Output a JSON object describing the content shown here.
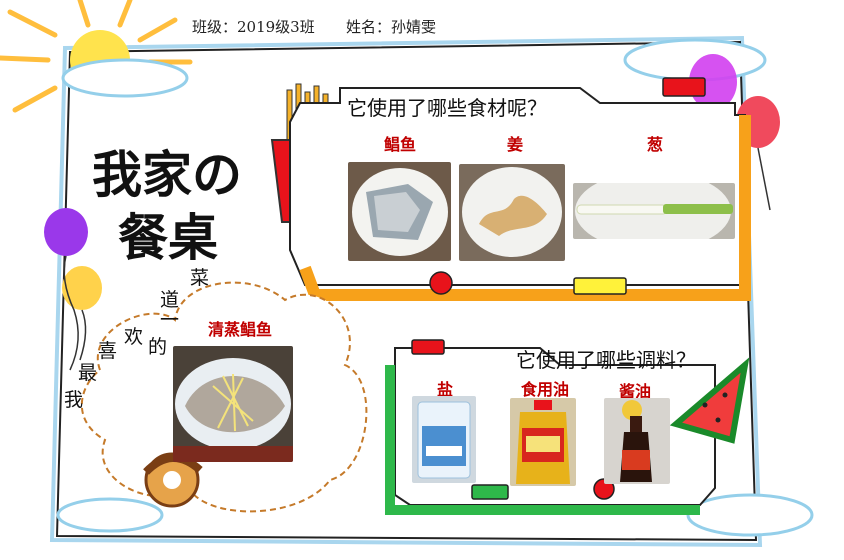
{
  "header": {
    "class_text": "班级：2019级3班",
    "name_text": "姓名：孙婧雯"
  },
  "title": {
    "line1": "我家の",
    "line2": "餐桌"
  },
  "favorite": {
    "chars": [
      "我",
      "最",
      "喜",
      "欢",
      "的",
      "一",
      "道",
      "菜"
    ],
    "dish_label": "清蒸鲳鱼"
  },
  "ingredients": {
    "question": "它使用了哪些食材呢？",
    "items": [
      {
        "label": "鲳鱼",
        "icon": "fish-photo"
      },
      {
        "label": "姜",
        "icon": "ginger-photo"
      },
      {
        "label": "葱",
        "icon": "scallion-photo"
      }
    ]
  },
  "seasonings": {
    "question": "它使用了哪些调料？",
    "items": [
      {
        "label": "盐",
        "icon": "salt-photo"
      },
      {
        "label": "食用油",
        "icon": "oil-photo"
      },
      {
        "label": "酱油",
        "icon": "soy-sauce-photo"
      }
    ]
  },
  "colors": {
    "accent_orange": "#f7a11a",
    "accent_green": "#2eb84a",
    "accent_red": "#e8131b",
    "label_red": "#c00000"
  }
}
